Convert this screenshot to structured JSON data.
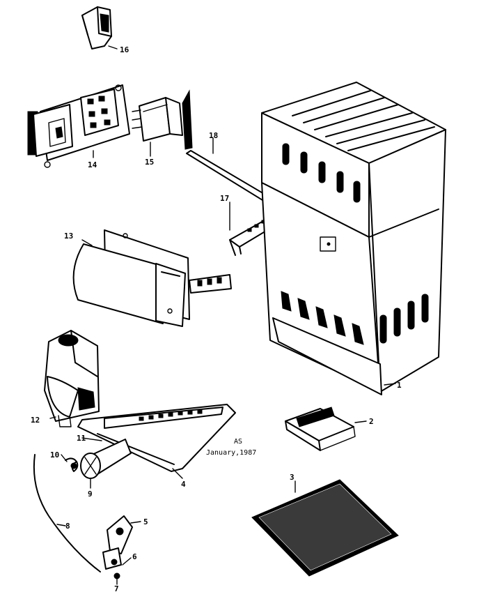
{
  "diagram": {
    "part_labels": {
      "p1": "1",
      "p2": "2",
      "p3": "3",
      "p4": "4",
      "p5": "5",
      "p6": "6",
      "p7": "7",
      "p8": "8",
      "p9": "9",
      "p10": "10",
      "p11": "11",
      "p12": "12",
      "p13": "13",
      "p14": "14",
      "p15": "15",
      "p16": "16",
      "p17": "17",
      "p18": "18"
    },
    "note": {
      "code": "AS",
      "date": "January,1987"
    }
  }
}
